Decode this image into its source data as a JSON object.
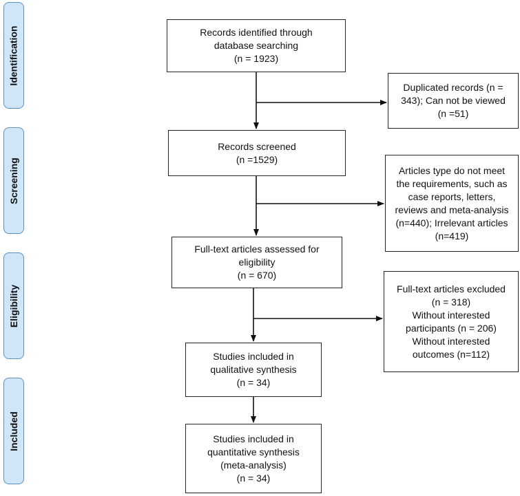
{
  "phases": {
    "identification": "Identification",
    "screening": "Screening",
    "eligibility": "Eligibility",
    "included": "Included"
  },
  "boxes": {
    "identified": [
      "Records identified through",
      "database searching",
      "(n = 1923)"
    ],
    "duplicates": [
      "Duplicated records (n =",
      "343); Can not be viewed",
      "(n =51)"
    ],
    "screened": [
      "Records screened",
      "(n =1529)"
    ],
    "type_excluded": [
      "Articles type do not meet",
      "the requirements, such as",
      "case reports, letters,",
      "reviews and meta-analysis",
      "(n=440); Irrelevant articles",
      "(n=419)"
    ],
    "fulltext": [
      "Full-text articles assessed for",
      "eligibility",
      "(n = 670)"
    ],
    "fulltext_excluded": [
      "Full-text articles excluded",
      "(n = 318)",
      "Without interested",
      "participants (n = 206)",
      "Without interested",
      "outcomes (n=112)"
    ],
    "qualitative": [
      "Studies included in",
      "qualitative synthesis",
      "(n = 34)"
    ],
    "quantitative": [
      "Studies included in",
      "quantitative synthesis",
      "(meta-analysis)",
      "(n = 34)"
    ]
  }
}
